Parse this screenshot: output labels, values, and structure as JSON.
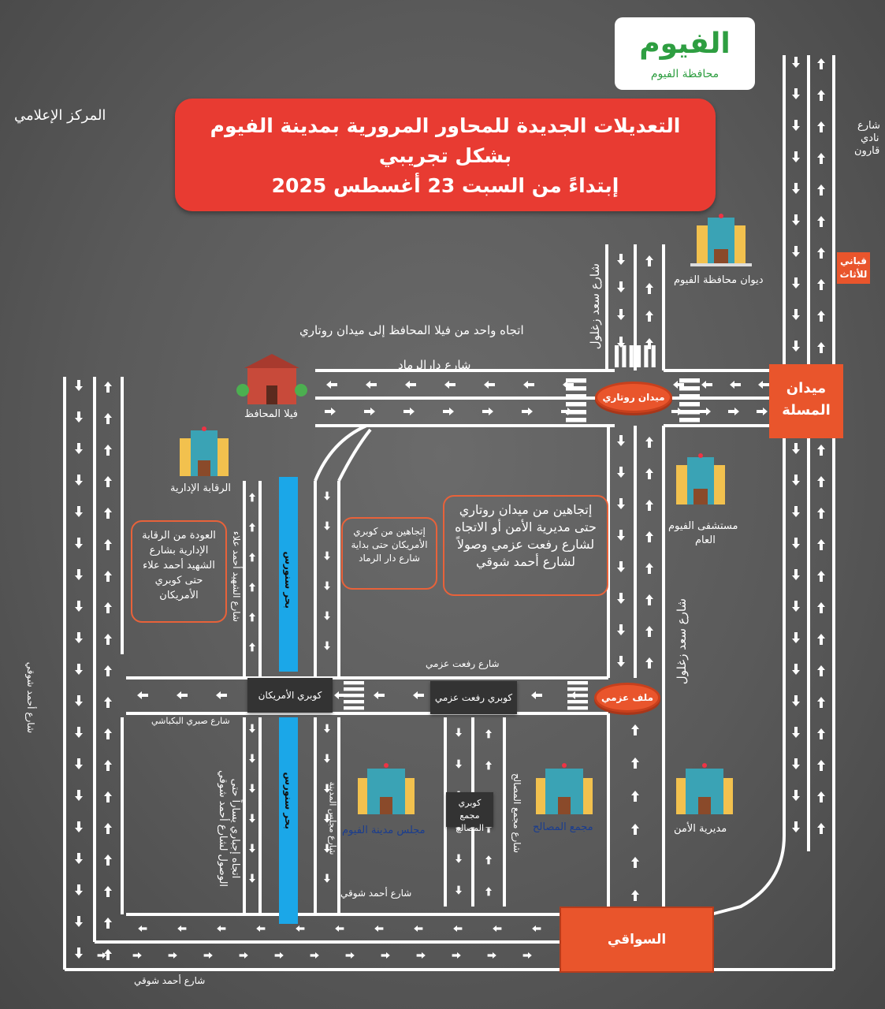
{
  "title": {
    "line1": "التعديلات الجديدة للمحاور المرورية بمدينة الفيوم",
    "line2": "بشكل تجريبي",
    "line3": "إبتداءً من السبت 23 أغسطس 2025"
  },
  "logo": {
    "wordmark": "الفيوم",
    "subtitle": "محافظة الفيوم"
  },
  "media_center": "المركز الإعلامي",
  "streets": {
    "dar_ramad": "شارع دارالرماد",
    "one_way": "اتجاه واحد من فيلا المحافظ إلى ميدان روتاري",
    "saad_zaghloul_top": "شارع سعد زغلول",
    "saad_zaghloul_right": "شارع سعد زغلول",
    "nadi_qaroun_line1": "شارع",
    "nadi_qaroun_line2": "نادي",
    "nadi_qaroun_line3": "قارون",
    "martyr_ahmed_alaa": "شارع الشهيد أحمد علاء",
    "refaat_azmy": "شارع رفعت عزمي",
    "sabry_bekbashy": "شارع صبري البكباشي",
    "ahmed_shawky_left": "شارع أحمد شوقي",
    "ahmed_shawky_bottom": "شارع أحمد شوقي",
    "ahmed_shawky_mid": "شارع أحمد شوقي",
    "city_council": "شارع مجلس المدينة",
    "masaleh_complex": "شارع مجمع المصالح"
  },
  "canal": {
    "upper": "بحر سنورس",
    "lower": "بحر سنورس"
  },
  "squares": {
    "rotary": "ميدان روتاري",
    "obelisk_line1": "ميدان",
    "obelisk_line2": "المسلة",
    "azmy": "ملف عزمي",
    "sawaqi": "السواقي",
    "furniture_line1": "قباني",
    "furniture_line2": "للأثاث"
  },
  "bridges": {
    "american": "كوبري الأمريكان",
    "refaat_azmy": "كوبري رفعت عزمي",
    "masaleh_line1": "كوبري",
    "masaleh_line2": "مجمع المصالح"
  },
  "buildings": {
    "governorate_diwan": "ديوان محافظة الفيوم",
    "governor_villa": "فيلا المحافظ",
    "admin_control": "الرقابة الإدارية",
    "hospital_line1": "مستشفى الفيوم",
    "hospital_line2": "العام",
    "city_council": "مجلس مدينة الفيوم",
    "masaleh": "مجمع المصالح",
    "security": "مديرية الأمن"
  },
  "notes": {
    "return": "العودة من الرقابة الإدارية بشارع الشهيد أحمد علاء حتى كوبري الأمريكان",
    "american_bridge": "إتجاهين من كوبري الأمريكان حتى بداية شارع دار الرماد",
    "rotary": "إتجاهين من ميدان روتاري حتى مديرية الأمن أو الاتجاه لشارع رفعت عزمي وصولاً لشارع أحمد شوقي",
    "mandatory": "اتجاه إجباري يساراً حتى الوصول لشارع أحمد شوقي"
  },
  "colors": {
    "background": "#5a5a5a",
    "road": "#ffffff",
    "title_red": "#e83b32",
    "square_orange": "#e9552c",
    "canal_blue": "#1ba7e8",
    "logo_green": "#2e9e41"
  }
}
